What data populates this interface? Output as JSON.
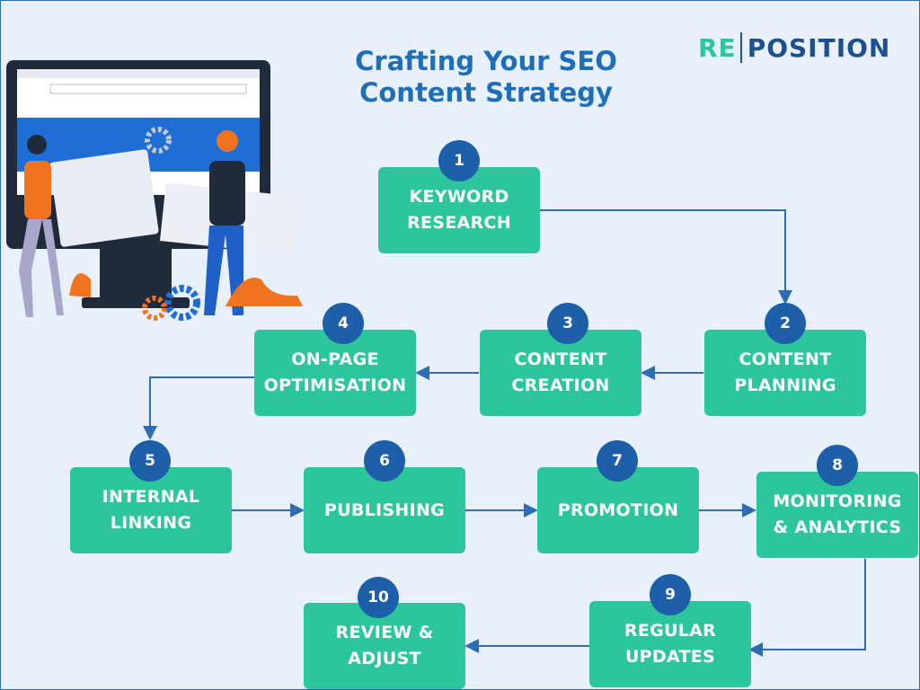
{
  "title": "Crafting Your SEO\nContent Strategy",
  "logo": {
    "left": "RE",
    "right": "POSITION"
  },
  "steps": [
    {
      "num": "1",
      "label": "KEYWORD\nRESEARCH"
    },
    {
      "num": "2",
      "label": "CONTENT\nPLANNING"
    },
    {
      "num": "3",
      "label": "CONTENT\nCREATION"
    },
    {
      "num": "4",
      "label": "ON-PAGE\nOPTIMISATION"
    },
    {
      "num": "5",
      "label": "INTERNAL\nLINKING"
    },
    {
      "num": "6",
      "label": "PUBLISHING"
    },
    {
      "num": "7",
      "label": "PROMOTION"
    },
    {
      "num": "8",
      "label": "MONITORING\n& ANALYTICS"
    },
    {
      "num": "9",
      "label": "REGULAR\nUPDATES"
    },
    {
      "num": "10",
      "label": "REVIEW &\nADJUST"
    }
  ],
  "colors": {
    "box": "#2dc69c",
    "badge": "#1d5fa8",
    "title": "#1e6fb8",
    "arrow": "#2f6db3"
  },
  "illustration": {
    "icons": [
      "monitor-icon",
      "gear-icon",
      "person-icon"
    ]
  }
}
